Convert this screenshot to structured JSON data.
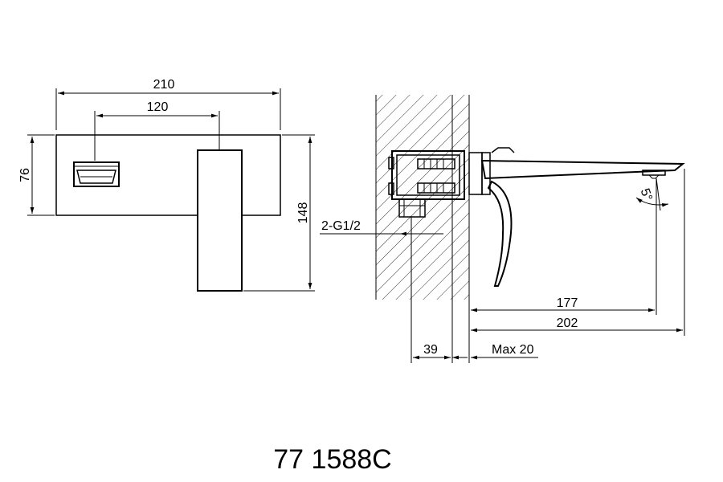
{
  "front_view": {
    "width_total": "210",
    "width_centers": "120",
    "height_plate": "76",
    "height_total": "148"
  },
  "side_view": {
    "thread": "2-G1/2",
    "spout_177": "177",
    "spout_202": "202",
    "depth_39": "39",
    "max_20": "Max 20",
    "angle": "5°"
  },
  "model_number": "77 1588C"
}
